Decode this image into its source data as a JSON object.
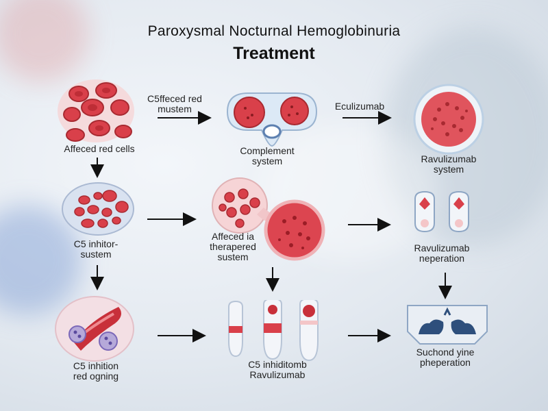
{
  "header": {
    "title": "Paroxysmal Nocturnal Hemoglobinuria",
    "subtitle": "Treatment"
  },
  "nodes": {
    "affected_red_cells": "Affeced red cells",
    "c5_fecced_red_mustem": "C5ffeced red\nmustem",
    "complement_system": "Complement\nsystem",
    "eculizumab": "Eculizumab",
    "ravulizumab_system": "Ravulizumab\nsystem",
    "c5_inhitor_sustem": "C5 inhitor-\nsustem",
    "affeced_therapered_sustem": "Affeced ia\ntherapered\nsustem",
    "ravulizumab_neperation": "Ravulizumab\nneperation",
    "c5_inhition_red_ogning": "C5 inhition\nred ogning",
    "c5_inhiditor_ravulizumab": "C5 inhiditomb\nRavulizumab",
    "suchond_yine_pheperation": "Suchond yine\npheperation"
  },
  "colors": {
    "cell_red": "#d9404a",
    "cell_dark": "#b3262e",
    "cell_pink": "#f4c6c8",
    "arrow": "#111111"
  }
}
